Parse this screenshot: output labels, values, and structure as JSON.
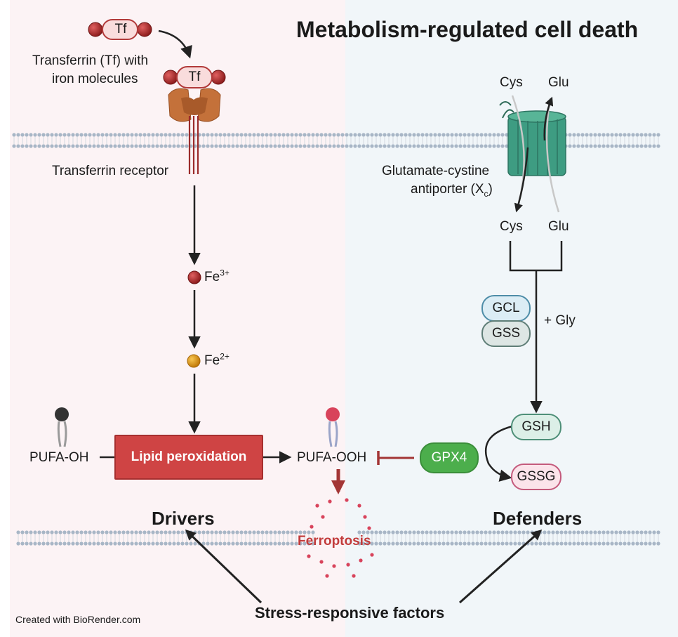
{
  "title": "Metabolism-regulated cell death",
  "credit": "Created with BioRender.com",
  "colors": {
    "drivers_bg": "#fcf3f5",
    "defenders_bg": "#f1f6f9",
    "iron_red": "#b02a2a",
    "fe2_orange": "#e39a12",
    "lipid_box": "#cf4444",
    "gpx4_green": "#4cae4c",
    "antiporter_teal": "#3e9c82",
    "inhibit_arrow": "#a33535",
    "ferroptosis_red": "#c23b3b"
  },
  "iron_uptake": {
    "tf_label": "Tf",
    "tf_caption_line1": "Transferrin (Tf) with",
    "tf_caption_line2": "iron molecules",
    "receptor_label": "Transferrin receptor",
    "fe3_base": "Fe",
    "fe3_sup": "3+",
    "fe2_base": "Fe",
    "fe2_sup": "2+"
  },
  "lipids": {
    "pufa_oh": "PUFA-OH",
    "lipid_peroxidation": "Lipid peroxidation",
    "pufa_ooh": "PUFA-OOH",
    "ferroptosis": "Ferroptosis"
  },
  "antioxidant": {
    "cys_top": "Cys",
    "glu_top": "Glu",
    "antiporter_line1": "Glutamate-cystine",
    "antiporter_line2_prefix": "antiporter (X",
    "antiporter_sub": "c",
    "antiporter_line2_suffix": ")",
    "cys_bottom": "Cys",
    "glu_bottom": "Glu",
    "gcl": "GCL",
    "gss": "GSS",
    "plus_gly": "+ Gly",
    "gsh": "GSH",
    "gssg": "GSSG",
    "gpx4": "GPX4"
  },
  "categories": {
    "drivers": "Drivers",
    "defenders": "Defenders",
    "stress": "Stress-responsive factors"
  },
  "icons": [
    "iron-molecule-icon",
    "transferrin-receptor-icon",
    "antiporter-channel-icon",
    "phospholipid-icon",
    "membrane-icon",
    "ferroptosis-burst-icon"
  ]
}
